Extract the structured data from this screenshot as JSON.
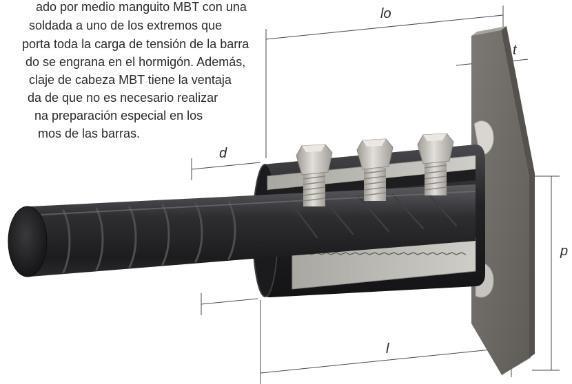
{
  "description": {
    "lines": [
      "ado por medio manguito MBT con una",
      "soldada a uno de los extremos que",
      "porta toda la carga de tensión de la barra",
      "do se engrana en el hormigón. Además,",
      "claje de cabeza MBT tiene la ventaja",
      "da de que no es necesario realizar",
      "na preparación especial en los",
      "mos de las barras."
    ]
  },
  "dimensions": {
    "lo": "lo",
    "t": "t",
    "d": "d",
    "p": "p",
    "l": "l"
  },
  "colors": {
    "bar": "#2a2a2c",
    "bar_highlight": "#5a5a5e",
    "sleeve": "#262628",
    "cut_section": "#b9b7b2",
    "bolt": "#c8c5bf",
    "plate": "#8a8783",
    "plate_face": "#6f6c68",
    "dimension_line": "#4a4a4a"
  }
}
